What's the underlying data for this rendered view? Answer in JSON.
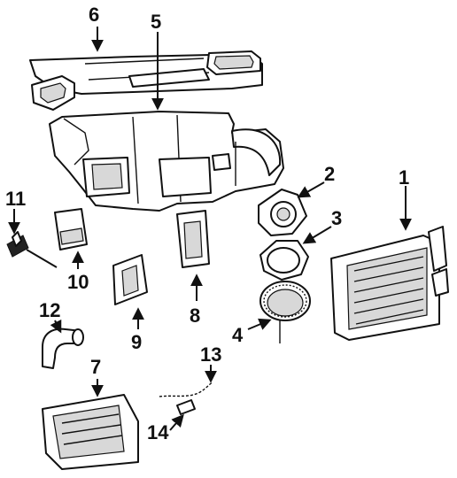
{
  "callouts": {
    "c1": "1",
    "c2": "2",
    "c3": "3",
    "c4": "4",
    "c5": "5",
    "c6": "6",
    "c7": "7",
    "c8": "8",
    "c9": "9",
    "c10": "10",
    "c11": "11",
    "c12": "12",
    "c13": "13",
    "c14": "14"
  },
  "colors": {
    "line": "#111111",
    "background": "#ffffff",
    "shade": "#d8d8d8"
  }
}
